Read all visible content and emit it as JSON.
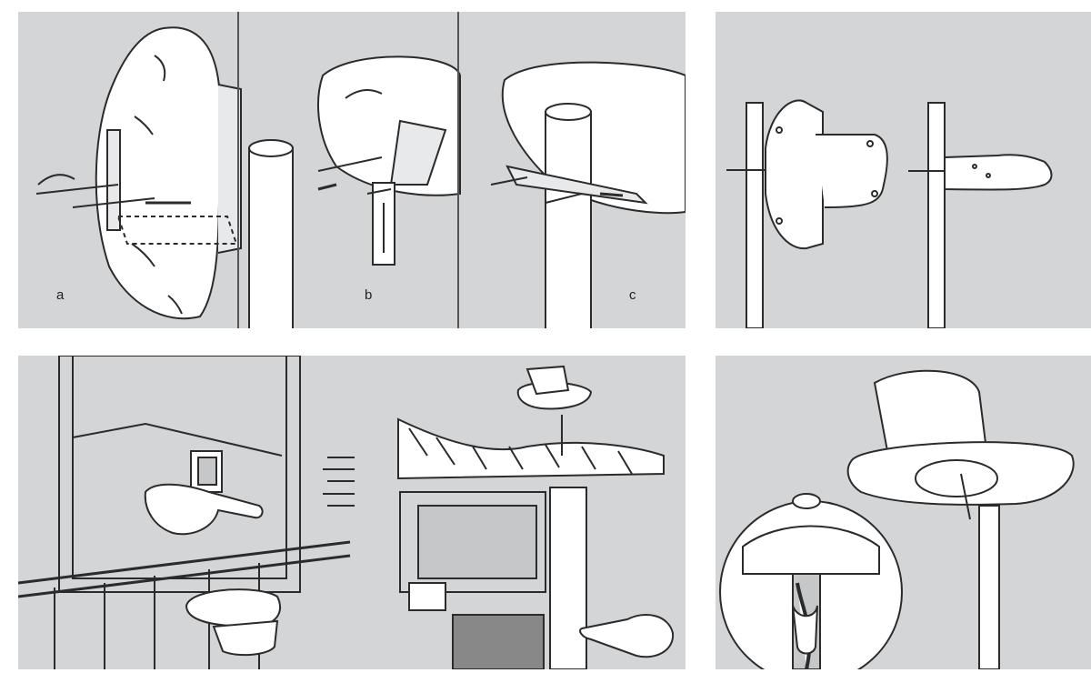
{
  "colors": {
    "panel_bg": "#d3d5d7",
    "line": "#2b2b2b",
    "object_fill": "#ffffff",
    "shadow": "#a9abae"
  },
  "panels": [
    {
      "id": "mounting-steps",
      "labels": [
        "a",
        "b",
        "c"
      ]
    },
    {
      "id": "pole-orientation"
    },
    {
      "id": "indoor-window-placement"
    },
    {
      "id": "rooftop-placement"
    },
    {
      "id": "cable-connection-detail"
    }
  ]
}
